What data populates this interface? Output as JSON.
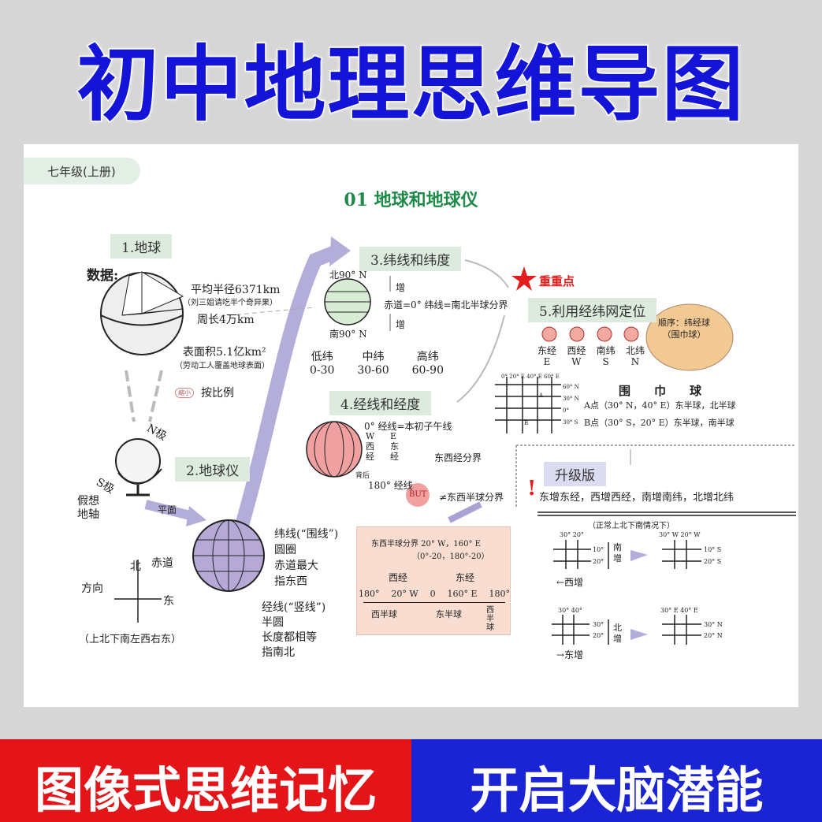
{
  "title": "初中地理思维导图",
  "grade": "七年级(上册)",
  "chapter": "01 地球和地球仪",
  "earth": {
    "heading": "1.地球",
    "data_label": "数据:",
    "radius": "平均半径6371km",
    "radius_note": "（刘三姐请吃半个奇异果）",
    "circumference": "周长4万km",
    "area": "表面积5.1亿km²",
    "area_note": "（劳动工人覆盖地球表面）",
    "shrink": "缩小",
    "scale": "按比例"
  },
  "globe": {
    "heading": "2.地球仪",
    "n_pole": "N极",
    "s_pole": "S极",
    "axis": "假想\n地轴",
    "plane": "平面",
    "equator": "赤道",
    "north": "北",
    "east": "东",
    "direction": "方向",
    "rule": "（上北下南左西右东）",
    "latitude_lines": [
      "纬线(“围线”)",
      "圆圈",
      "赤道最大",
      "指东西"
    ],
    "longitude_lines": [
      "经线(“竖线”)",
      "半圆",
      "长度都相等",
      "指南北"
    ]
  },
  "latitude": {
    "heading": "3.纬线和纬度",
    "n90": "北90° N",
    "s90": "南90° N",
    "increase": "增",
    "equator": "赤道=0° 纬线=南北半球分界",
    "bands": [
      {
        "name": "低纬",
        "range": "0-30"
      },
      {
        "name": "中纬",
        "range": "30-60"
      },
      {
        "name": "高纬",
        "range": "60-90"
      }
    ]
  },
  "longitude": {
    "heading": "4.经线和经度",
    "prime": "0° 经线=本初子午线",
    "w": "W\n西\n经",
    "e": "E\n东\n经",
    "back": "背后",
    "l180": "180° 经线",
    "ew_boundary": "东西经分界",
    "but": "BUT",
    "not_hemi": "≠东西半球分界"
  },
  "hemi_box": {
    "title": "东西半球分界  20° W，160° E",
    "sub": "（0°-20，180°-20）",
    "west": "西经",
    "east": "东经",
    "ticks": [
      "180°",
      "20° W",
      "0",
      "160° E",
      "180°"
    ],
    "wh": "西半球",
    "eh": "东半球",
    "wh2": "西半球"
  },
  "grid": {
    "key": "重重点",
    "heading": "5.利用经纬网定位",
    "faces": [
      {
        "name": "东经",
        "abbr": "E"
      },
      {
        "name": "西经",
        "abbr": "W"
      },
      {
        "name": "南纬",
        "abbr": "S"
      },
      {
        "name": "北纬",
        "abbr": "N"
      }
    ],
    "bubble": "顺序：纬经球\n（围巾球）",
    "mnemonic": "围　　巾　　球",
    "a_point": "A点（30° N，40° E）东半球，北半球",
    "b_point": "B点（30° S，20° E）东半球，南半球",
    "top_labels": "0°  20° E 40° E 60° E",
    "right_labels": [
      "60° N",
      "30° N",
      "0°",
      "30° S"
    ],
    "a": "A",
    "b": "B"
  },
  "upgrade": {
    "heading": "升级版",
    "rule": "东增东经，西增西经，南增南纬，北增北纬",
    "note": "（正常上北下南情况下）",
    "ex1": {
      "top": "30° 20°",
      "rows": [
        "10°",
        "20°"
      ],
      "dir": "南\n增",
      "res_top": "30° W  20° W",
      "res_rows": [
        "10° S",
        "20° S"
      ],
      "h": "←西增"
    },
    "ex2": {
      "top": "30° 40°",
      "rows": [
        "30°",
        "20°"
      ],
      "dir": "北\n增",
      "res_top": "30° E   40° E",
      "res_rows": [
        "30° N",
        "20° N"
      ],
      "h": "→东增"
    }
  },
  "bottom": {
    "left": "图像式思维记忆",
    "right": "开启大脑潜能"
  },
  "colors": {
    "title": "#1414d8",
    "red": "#e41518",
    "blue": "#1a24d4",
    "green": "#1f8a4a",
    "arrow": "#a9a3d4"
  }
}
